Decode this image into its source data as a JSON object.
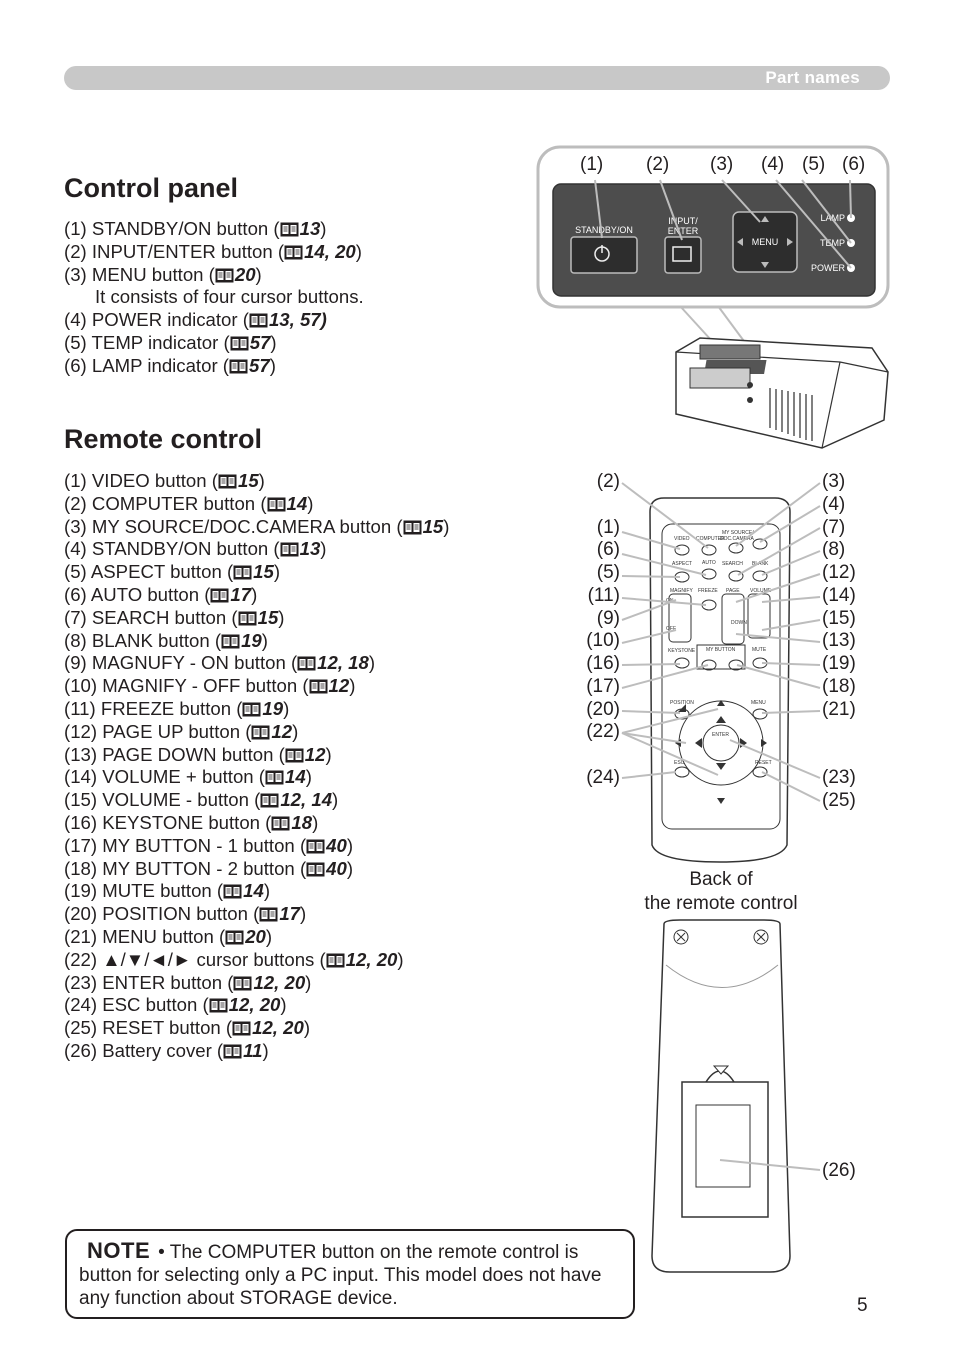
{
  "header": {
    "section": "Part names"
  },
  "control_panel": {
    "title": "Control panel",
    "items": [
      {
        "text": "(1) STANDBY/ON button (",
        "ref": "13",
        "close": ")"
      },
      {
        "text": "(2) INPUT/ENTER button (",
        "ref": "14, 20",
        "close": ")"
      },
      {
        "text": "(3) MENU button (",
        "ref": "20",
        "close": ")"
      },
      {
        "text": "(4) POWER indicator (",
        "ref": "13, 57)",
        "close": ""
      },
      {
        "text": "(5) TEMP indicator (",
        "ref": "57",
        "close": ")"
      },
      {
        "text": "(6) LAMP indicator (",
        "ref": "57",
        "close": ")"
      }
    ],
    "menu_note": "It consists of four cursor buttons.",
    "panel_labels": {
      "standby": "STANDBY/ON",
      "input1": "INPUT/",
      "input2": "ENTER",
      "menu": "MENU",
      "lamp": "LAMP",
      "temp": "TEMP",
      "power": "POWER"
    },
    "callouts": [
      "(1)",
      "(2)",
      "(3)",
      "(4)",
      "(5)",
      "(6)"
    ]
  },
  "remote_control": {
    "title": "Remote control",
    "items": [
      {
        "text": "(1) VIDEO button (",
        "ref": "15",
        "close": ")"
      },
      {
        "text": "(2) COMPUTER button (",
        "ref": "14",
        "close": ")"
      },
      {
        "text": "(3) MY SOURCE/DOC.CAMERA button (",
        "ref": "15",
        "close": ")"
      },
      {
        "text": "(4) STANDBY/ON button (",
        "ref": "13",
        "close": ")"
      },
      {
        "text": "(5) ASPECT button (",
        "ref": "15",
        "close": ")"
      },
      {
        "text": "(6) AUTO button (",
        "ref": "17",
        "close": ")"
      },
      {
        "text": "(7) SEARCH button (",
        "ref": "15",
        "close": ")"
      },
      {
        "text": "(8) BLANK button (",
        "ref": "19",
        "close": ")"
      },
      {
        "text": "(9) MAGNUFY - ON button (",
        "ref": "12, 18",
        "close": ")"
      },
      {
        "text": "(10) MAGNIFY - OFF button (",
        "ref": "12",
        "close": ")"
      },
      {
        "text": "(11) FREEZE button (",
        "ref": "19",
        "close": ")"
      },
      {
        "text": "(12) PAGE UP button (",
        "ref": "12",
        "close": ")"
      },
      {
        "text": "(13) PAGE DOWN button (",
        "ref": "12",
        "close": ")"
      },
      {
        "text": "(14) VOLUME + button (",
        "ref": "14",
        "close": ")"
      },
      {
        "text": "(15) VOLUME - button (",
        "ref": "12, 14",
        "close": ")"
      },
      {
        "text": "(16) KEYSTONE button (",
        "ref": "18",
        "close": ")"
      },
      {
        "text": "(17) MY BUTTON - 1 button (",
        "ref": "40",
        "close": ")"
      },
      {
        "text": "(18) MY BUTTON - 2 button (",
        "ref": "40",
        "close": ")"
      },
      {
        "text": "(19) MUTE button (",
        "ref": "14",
        "close": ")"
      },
      {
        "text": "(20) POSITION button (",
        "ref": "17",
        "close": ")"
      },
      {
        "text": "(21) MENU button (",
        "ref": "20",
        "close": ")"
      },
      {
        "text": "(22) ▲/▼/◄/► cursor buttons (",
        "ref": "12, 20",
        "close": ")"
      },
      {
        "text": "(23) ENTER button (",
        "ref": "12, 20",
        "close": ")"
      },
      {
        "text": "(24) ESC button (",
        "ref": "12, 20",
        "close": ")"
      },
      {
        "text": "(25) RESET button (",
        "ref": "12, 20",
        "close": ")"
      },
      {
        "text": "(26) Battery cover (",
        "ref": "11",
        "close": ")"
      }
    ],
    "left_callouts": [
      "(2)",
      "(1)",
      "(6)",
      "(5)",
      "(11)",
      "(9)",
      "(10)",
      "(16)",
      "(17)",
      "(20)",
      "(22)",
      "(24)"
    ],
    "right_callouts": [
      "(3)",
      "(4)",
      "(7)",
      "(8)",
      "(12)",
      "(14)",
      "(15)",
      "(13)",
      "(19)",
      "(18)",
      "(21)",
      "(23)",
      "(25)"
    ],
    "back_caption_1": "Back of",
    "back_caption_2": "the remote control",
    "battery_callout": "(26)"
  },
  "note": {
    "title": "NOTE",
    "text": "• The COMPUTER button on the remote control is button for selecting only a PC input. This model does not have any function about STORAGE device."
  },
  "page_number": "5"
}
